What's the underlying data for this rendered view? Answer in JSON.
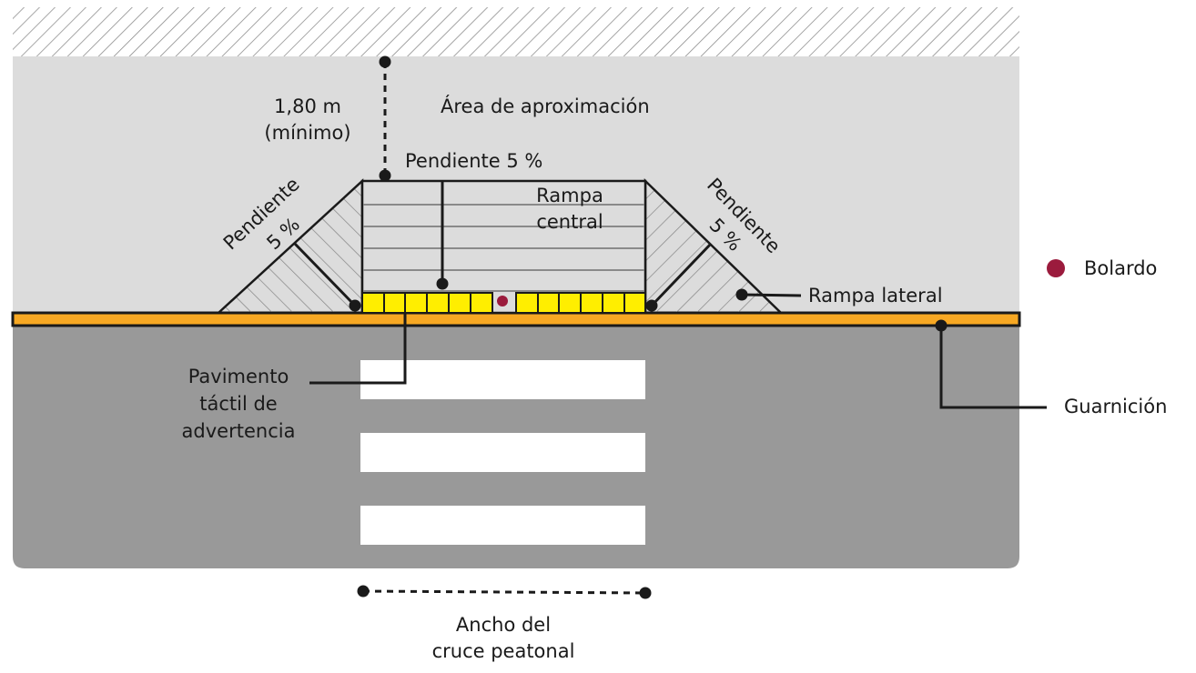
{
  "labels": {
    "min_distance_value": "1,80 m",
    "min_distance_note": "(mínimo)",
    "approach_area": "Área de aproximación",
    "central_slope": "Pendiente 5 %",
    "central_ramp_line1": "Rampa",
    "central_ramp_line2": "central",
    "left_slope_word": "Pendiente",
    "left_slope_pct": "5 %",
    "right_slope_word": "Pendiente",
    "right_slope_pct": "5 %",
    "lateral_ramp": "Rampa lateral",
    "curb": "Guarnición",
    "bollard_legend": "Bolardo",
    "tactile_line1": "Pavimento",
    "tactile_line2": "táctil de",
    "tactile_line3": "advertencia",
    "crossing_width_line1": "Ancho del",
    "crossing_width_line2": "cruce peatonal"
  },
  "colors": {
    "sidewalk": "#dcdcdc",
    "road": "#999999",
    "curb": "#f7a823",
    "tactile": "#ffee00",
    "bollard": "#9b1b3d",
    "crosswalk": "#ffffff",
    "hatch": "#888888"
  },
  "icons": {
    "bollard": "bollard-dot-icon"
  }
}
